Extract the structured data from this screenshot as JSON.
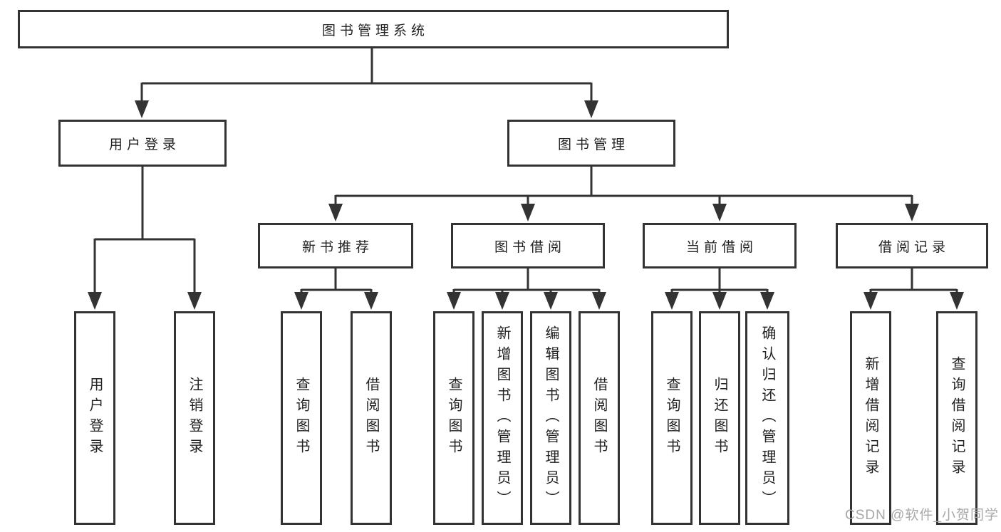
{
  "tree": {
    "label": "图书管理系统",
    "children": [
      {
        "label": "用户登录",
        "children": [
          {
            "label": "用户登录"
          },
          {
            "label": "注销登录"
          }
        ]
      },
      {
        "label": "图书管理",
        "children": [
          {
            "label": "新书推荐",
            "children": [
              {
                "label": "查询图书"
              },
              {
                "label": "借阅图书"
              }
            ]
          },
          {
            "label": "图书借阅",
            "children": [
              {
                "label": "查询图书"
              },
              {
                "label": "新增图书（管理员）"
              },
              {
                "label": "编辑图书（管理员）"
              },
              {
                "label": "借阅图书"
              }
            ]
          },
          {
            "label": "当前借阅",
            "children": [
              {
                "label": "查询图书"
              },
              {
                "label": "归还图书"
              },
              {
                "label": "确认归还（管理员）"
              }
            ]
          },
          {
            "label": "借阅记录",
            "children": [
              {
                "label": "新增借阅记录"
              },
              {
                "label": "查询借阅记录"
              }
            ]
          }
        ]
      }
    ]
  },
  "watermark": {
    "text": "CSDN @软件_小贺同学"
  },
  "colors": {
    "line": "#333333",
    "text": "#222222",
    "background": "#ffffff",
    "watermark": "#a8a8a8"
  }
}
